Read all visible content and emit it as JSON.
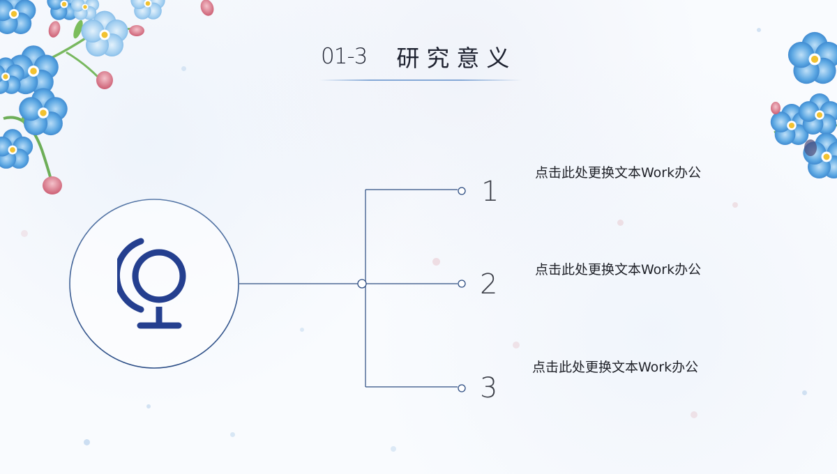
{
  "title": {
    "number": "01-3",
    "text": "研究意义"
  },
  "icon": {
    "name": "globe-icon",
    "color": "#243f8f"
  },
  "items": [
    {
      "number": "1",
      "text": "点击此处更换文本Work办公"
    },
    {
      "number": "2",
      "text": "点击此处更换文本Work办公"
    },
    {
      "number": "3",
      "text": "点击此处更换文本Work办公"
    }
  ],
  "colors": {
    "line": "#2b4b80",
    "flower_blue": "#3d8fd6",
    "flower_pink": "#d56a7d",
    "accent": "#243f8f"
  }
}
